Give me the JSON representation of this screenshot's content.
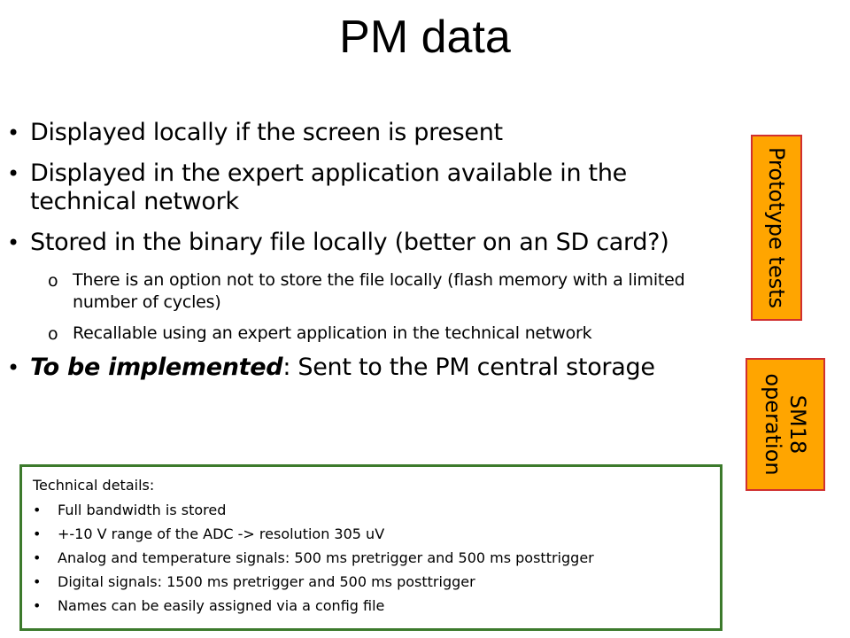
{
  "title": "PM data",
  "bullets": [
    {
      "text": "Displayed locally if the screen is present"
    },
    {
      "text": "Displayed in the expert application available in the technical network"
    },
    {
      "text": "Stored in the binary file locally (better on an SD card?)",
      "sub": [
        "There is an option not to store the file locally (flash memory with a limited number of cycles)",
        "Recallable using an expert application in the technical network"
      ]
    },
    {
      "emphasis": "To be implemented",
      "text": ": Sent to the PM central storage"
    }
  ],
  "labels": {
    "prototype": "Prototype tests",
    "sm18_line1": "SM18",
    "sm18_line2": "operation"
  },
  "technical": {
    "heading": "Technical details:",
    "items": [
      "Full bandwidth is stored",
      "+-10 V range of the ADC -> resolution 305 uV",
      "Analog and temperature signals: 500 ms pretrigger and 500 ms posttrigger",
      "Digital signals: 1500 ms pretrigger and 500 ms posttrigger",
      "Names can be easily assigned via a config file"
    ]
  },
  "colors": {
    "label_fill": "#ffa500",
    "label_border": "#d03030",
    "tech_border": "#3c7a2c"
  }
}
